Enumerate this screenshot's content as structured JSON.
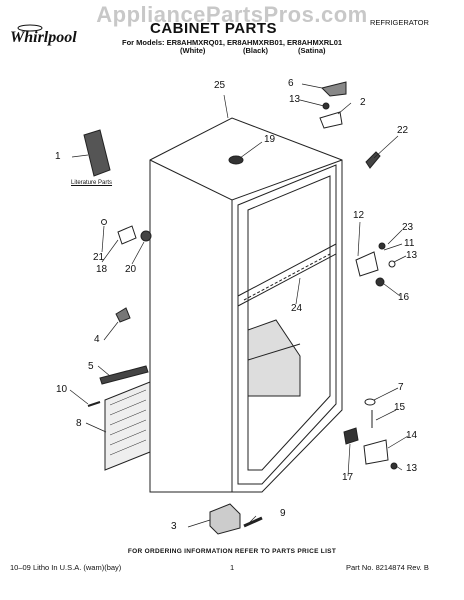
{
  "watermark": "AppliancePartsPros.com",
  "brand": "Whirlpool",
  "header": {
    "title": "CABINET PARTS",
    "appliance_type": "REFRIGERATOR",
    "models_line": "For Models: ER8AHMXRQ01, ER8AHMXRB01, ER8AHMXRL01",
    "color_white": "(White)",
    "color_black": "(Black)",
    "color_satina": "(Satina)"
  },
  "literature_label": "Literature Parts",
  "callouts": [
    "1",
    "2",
    "3",
    "4",
    "5",
    "6",
    "7",
    "8",
    "9",
    "10",
    "11",
    "12",
    "13",
    "13",
    "13",
    "14",
    "15",
    "16",
    "17",
    "18",
    "19",
    "20",
    "21",
    "22",
    "23",
    "24",
    "25"
  ],
  "footer": {
    "ordering_note": "FOR ORDERING INFORMATION REFER TO PARTS PRICE LIST",
    "litho": "10–09 Litho In U.S.A. (wam)(bay)",
    "page": "1",
    "part_no": "Part No. 8214874 Rev. B"
  }
}
